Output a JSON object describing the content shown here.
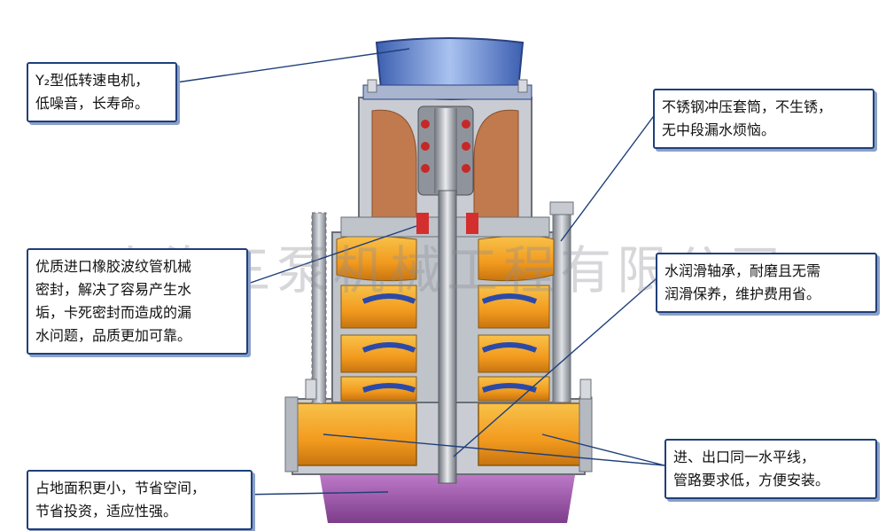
{
  "watermark": "上海三泵机械工程有限公司",
  "callouts": [
    {
      "name": "callout-motor",
      "lines": [
        "Y₂型低转速电机，",
        "低噪音，长寿命。"
      ]
    },
    {
      "name": "callout-sleeve",
      "lines": [
        "不锈钢冲压套筒，不生锈，",
        "无中段漏水烦恼。"
      ]
    },
    {
      "name": "callout-seal",
      "lines": [
        "优质进口橡胶波纹管机械",
        "密封，解决了容易产生水",
        "垢，卡死密封而造成的漏",
        "水问题，品质更加可靠。"
      ]
    },
    {
      "name": "callout-bearing",
      "lines": [
        "水润滑轴承，耐磨且无需",
        "润滑保养，维护费用省。"
      ]
    },
    {
      "name": "callout-inlet-outlet",
      "lines": [
        "进、出口同一水平线，",
        "管路要求低，方便安装。"
      ]
    },
    {
      "name": "callout-footprint",
      "lines": [
        "占地面积更小，节省空间，",
        "节省投资，适应性强。"
      ]
    }
  ],
  "colors": {
    "callout_border": "#1f3f7a",
    "motor_blue": "#6f8fd6",
    "casing_brown": "#b8754a",
    "impeller_orange": "#f3a72a",
    "base_purple": "#9a5aa6",
    "shaft_grey": "#8f949c"
  }
}
